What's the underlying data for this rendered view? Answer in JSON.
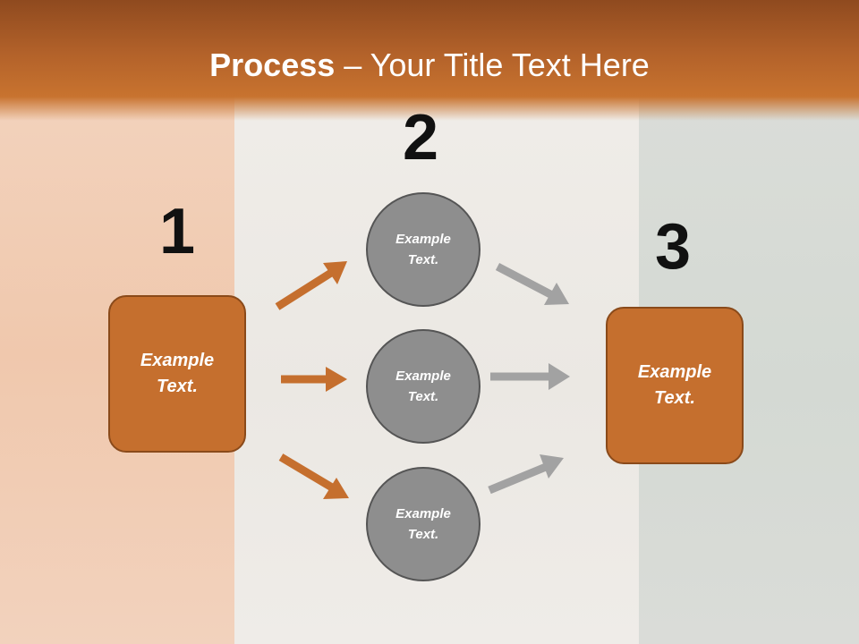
{
  "title": {
    "bold": "Process",
    "rest": " – Your Title Text Here"
  },
  "steps": {
    "one": "1",
    "two": "2",
    "three": "3"
  },
  "left_box": {
    "line1": "Example",
    "line2": "Text."
  },
  "right_box": {
    "line1": "Example",
    "line2": "Text."
  },
  "circles": [
    {
      "line1": "Example",
      "line2": "Text."
    },
    {
      "line1": "Example",
      "line2": "Text."
    },
    {
      "line1": "Example",
      "line2": "Text."
    }
  ],
  "colors": {
    "orange": "#c56f2e",
    "gray": "#8e8e8e",
    "arrow_gray": "#a2a2a2"
  }
}
